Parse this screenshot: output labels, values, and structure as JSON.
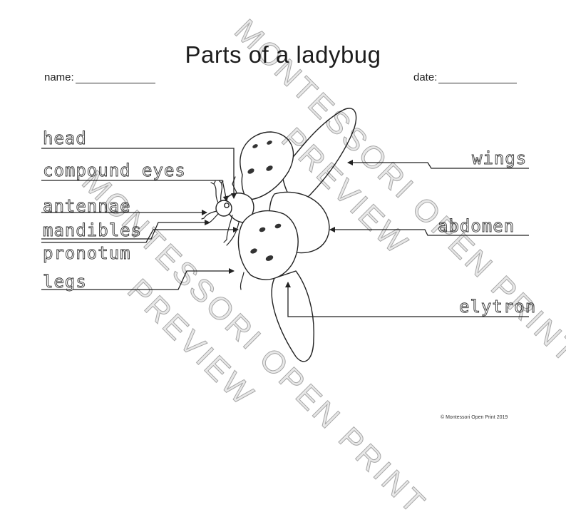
{
  "worksheet": {
    "title": "Parts of a ladybug",
    "name_label": "name:",
    "date_label": "date:",
    "copyright": "© Montessori Open Print 2019"
  },
  "labels": {
    "head": "head",
    "compound_eyes": "compound eyes",
    "antennae": "antennae",
    "mandibles": "mandibles",
    "pronotum": "pronotum",
    "legs": "legs",
    "wings": "wings",
    "abdomen": "abdomen",
    "elytron": "elytron"
  },
  "watermark": {
    "line1": "MONTESSORI OPEN PRINT",
    "line2": "PREVIEW"
  }
}
